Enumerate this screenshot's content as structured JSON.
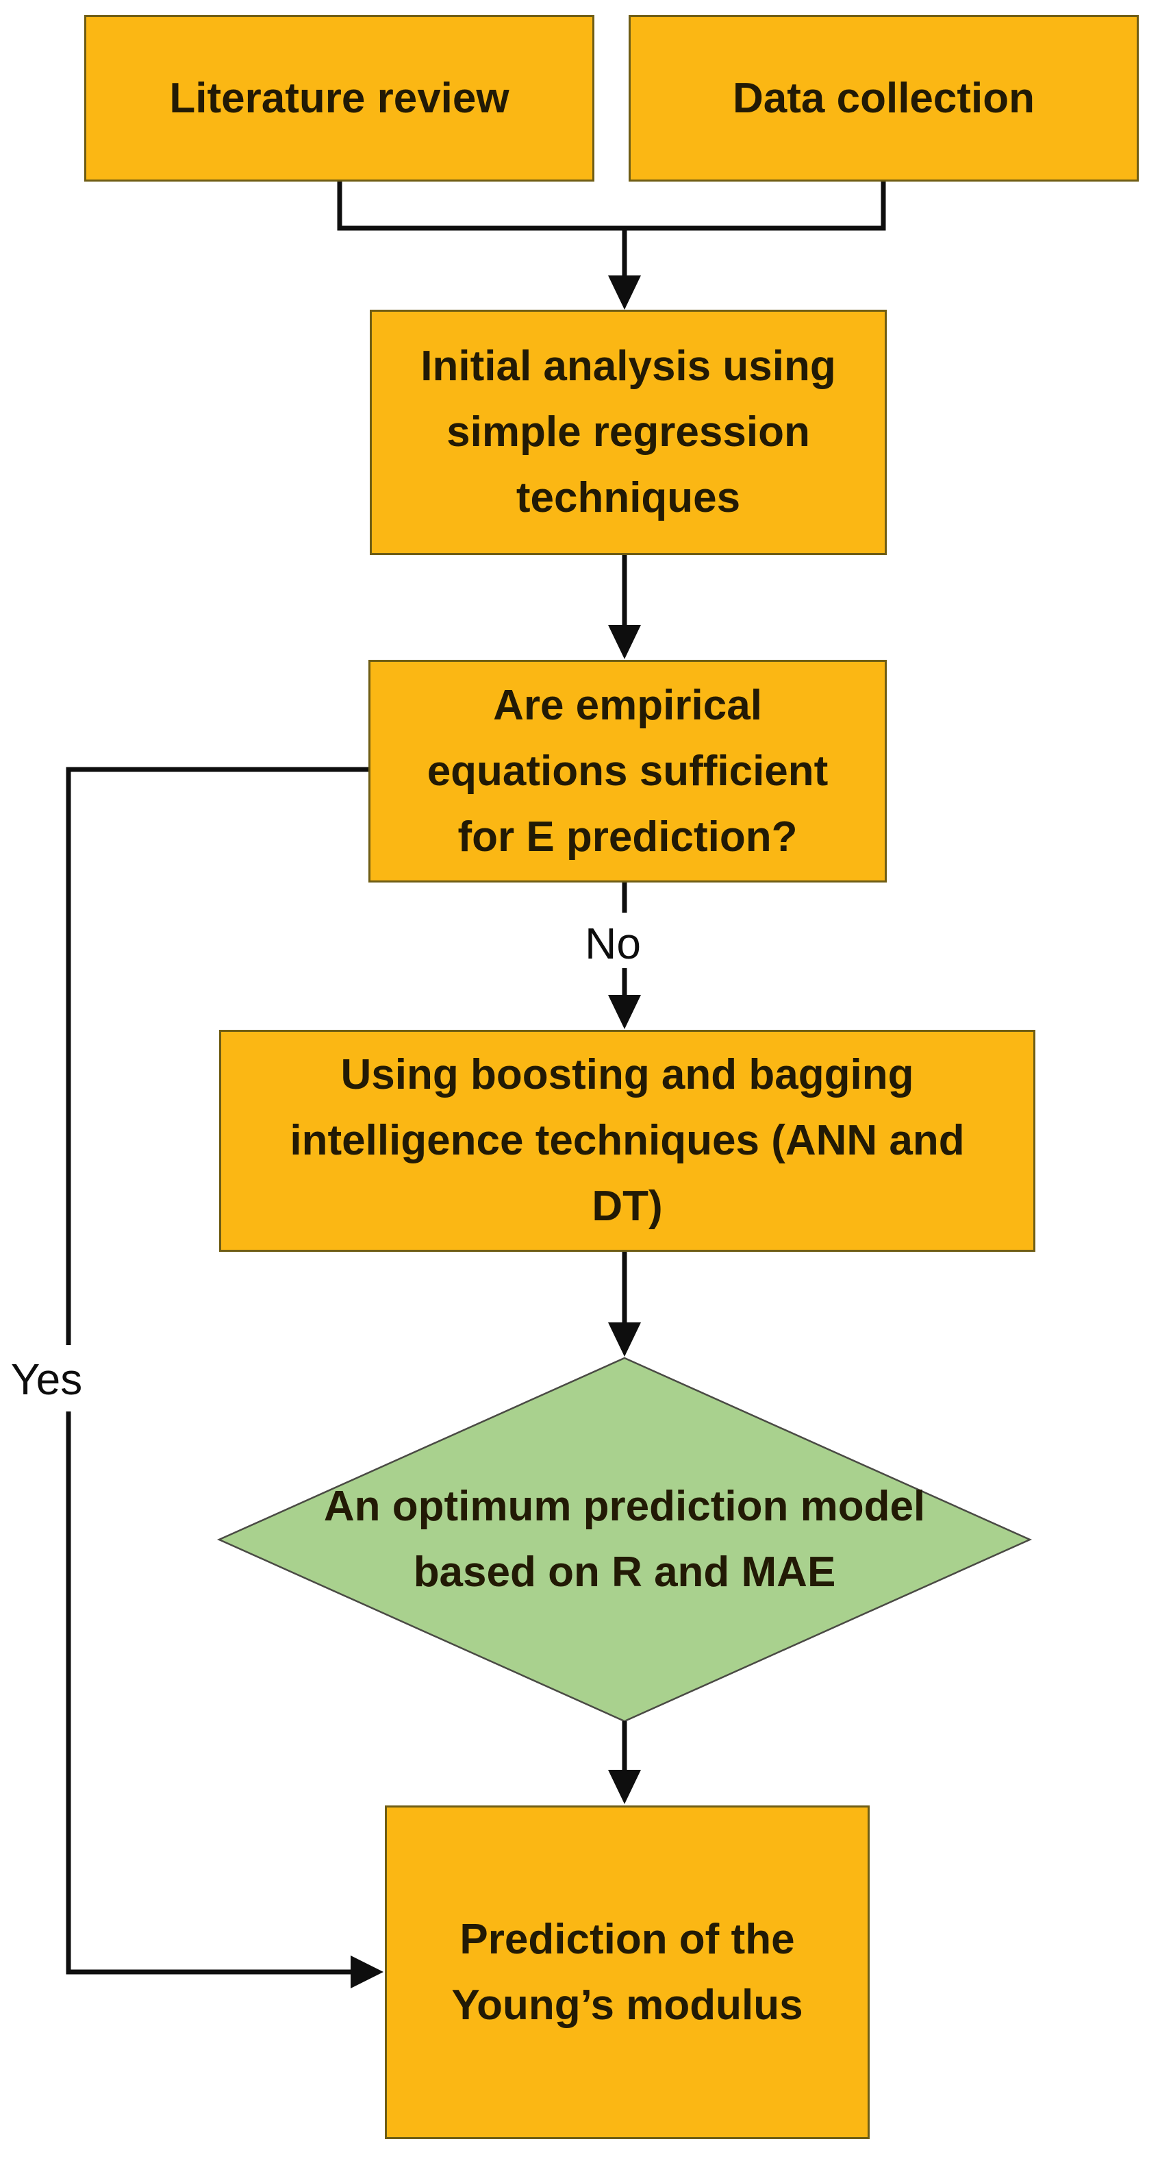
{
  "diagram_title": "Young's modulus prediction methodology flowchart",
  "nodes": {
    "literature": {
      "label": "Literature review",
      "shape": "process"
    },
    "data_collection": {
      "label": "Data collection",
      "shape": "process"
    },
    "initial_analysis": {
      "label": "Initial analysis using\nsimple regression\ntechniques",
      "shape": "process"
    },
    "empirical_question": {
      "label": "Are empirical\nequations sufficient\nfor E prediction?",
      "shape": "process"
    },
    "boosting": {
      "label": "Using boosting and bagging\nintelligence techniques (ANN and\nDT)",
      "shape": "process"
    },
    "optimum_model": {
      "label": "An optimum prediction model\nbased on R and MAE",
      "shape": "decision"
    },
    "prediction": {
      "label": "Prediction of the\nYoung’s modulus",
      "shape": "process"
    }
  },
  "edges": {
    "yes_label": "Yes",
    "no_label": "No"
  },
  "palette": {
    "process_fill": "#FBB714",
    "process_border": "#6F5D15",
    "decision_fill": "#A9D18E",
    "decision_border": "#4A4A44",
    "connector": "#0E0E0E",
    "text": "#221A05",
    "background": "#FFFFFF"
  }
}
